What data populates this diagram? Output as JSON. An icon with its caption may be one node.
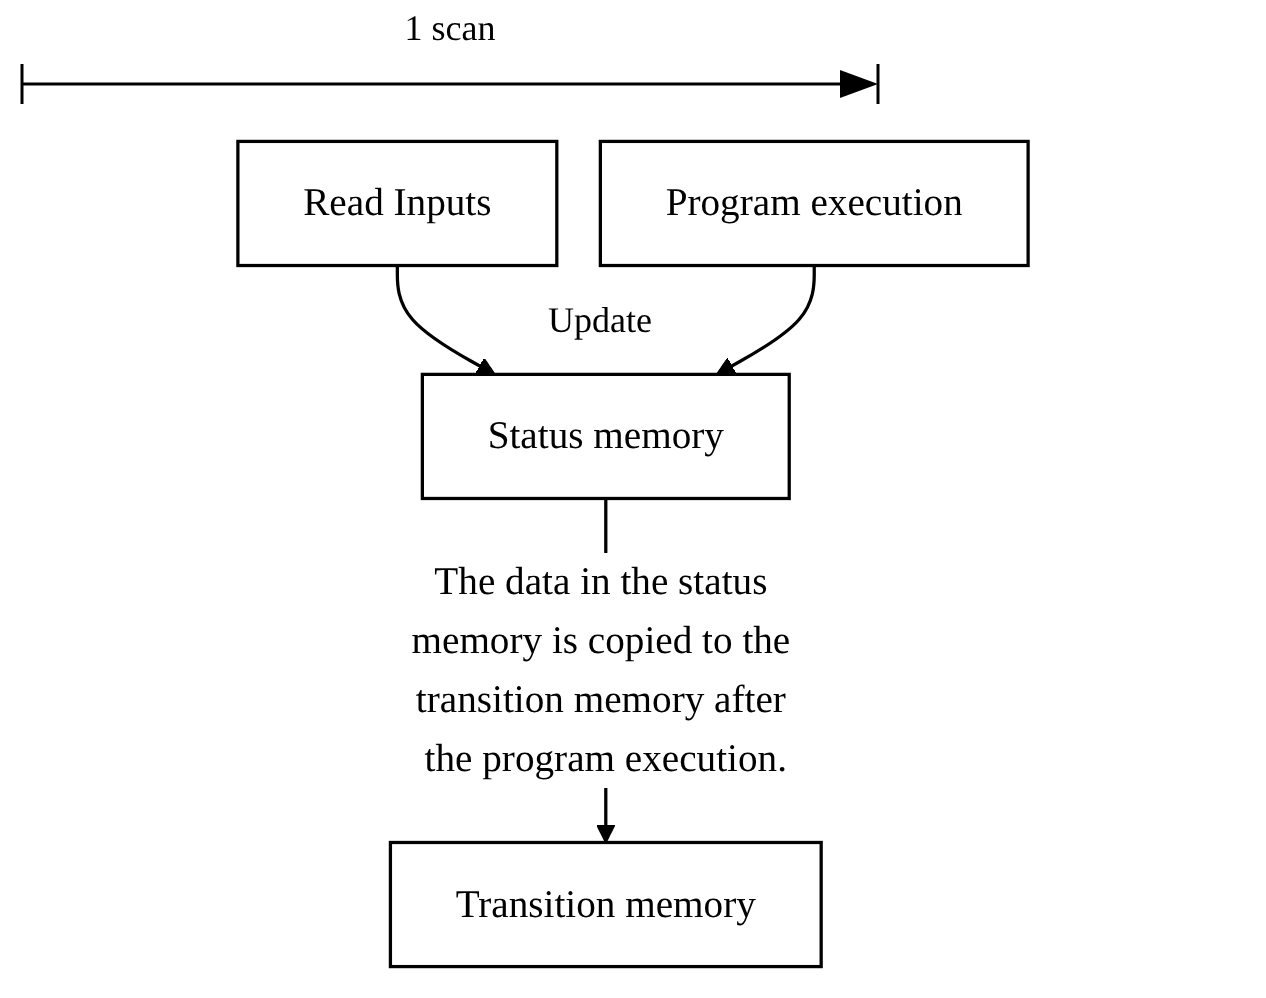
{
  "diagram": {
    "nodes": [
      {
        "text": [
          "Read Inputs"
        ]
      },
      {
        "text": [
          "Program execution"
        ]
      },
      {
        "text": [
          "Status memory"
        ]
      },
      {
        "text": [
          "Transition memory"
        ]
      }
    ],
    "edges": [
      {
        "from": 0,
        "to": 2,
        "arrow": "to"
      },
      {
        "from": 1,
        "to": 2,
        "arrow": "to"
      },
      {
        "from": 2,
        "to": 3,
        "arrow": "to",
        "label": "The data in the status memory is copied to the transition memory after the program execution."
      }
    ],
    "labels": [
      "1 scan",
      "Update"
    ]
  }
}
